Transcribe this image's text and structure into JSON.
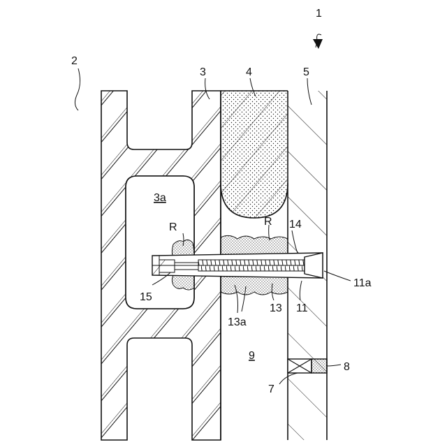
{
  "figure": {
    "colors": {
      "line": "#111111",
      "background": "#ffffff",
      "stipple": "#222222"
    },
    "labels": {
      "l1": "1",
      "l2": "2",
      "l3": "3",
      "l4": "4",
      "l5": "5",
      "l3a": "3a",
      "lR_left": "R",
      "lR_mid": "R",
      "l14": "14",
      "l15": "15",
      "l13a": "13a",
      "l13": "13",
      "l11": "11",
      "l11a": "11a",
      "l9": "9",
      "l8": "8",
      "l7": "7"
    }
  }
}
